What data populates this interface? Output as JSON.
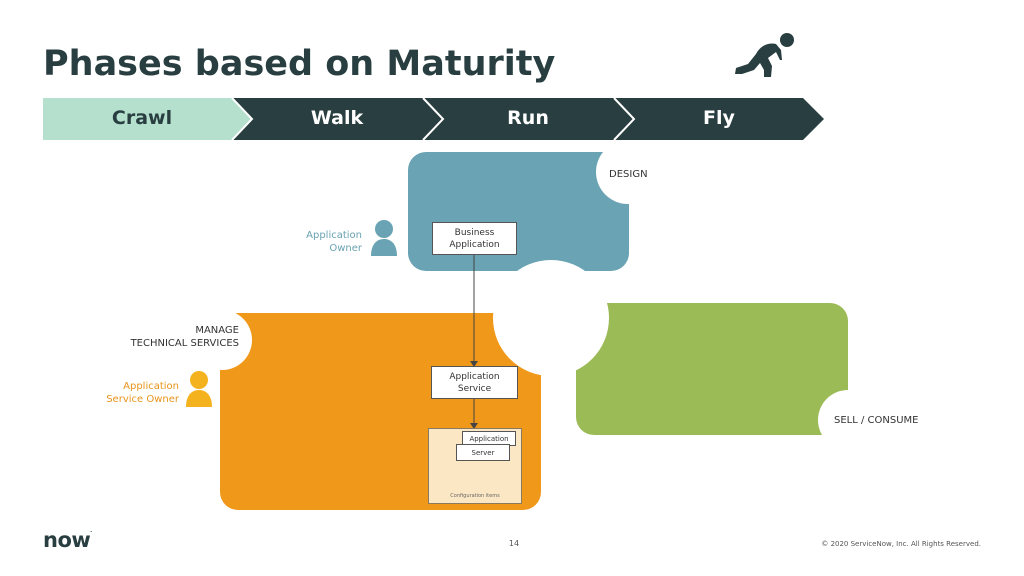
{
  "title": "Phases based on Maturity",
  "phases": [
    {
      "label": "Crawl",
      "active": true
    },
    {
      "label": "Walk",
      "active": false
    },
    {
      "label": "Run",
      "active": false
    },
    {
      "label": "Fly",
      "active": false
    }
  ],
  "colors": {
    "title": "#293e40",
    "active_phase_fill": "#b4e0cd",
    "inactive_phase_fill": "#293e40",
    "design_region": "#69a3b4",
    "manage_region": "#f0981a",
    "sell_region": "#9bbb56",
    "ci_box_fill": "#fbe7c3"
  },
  "icons": {
    "runner": "runner-crouching-icon",
    "owner": "person-icon"
  },
  "diagram": {
    "design_label": "DESIGN",
    "manage_label_line1": "MANAGE",
    "manage_label_line2": "TECHNICAL SERVICES",
    "sell_label": "SELL / CONSUME",
    "app_owner_line1": "Application",
    "app_owner_line2": "Owner",
    "app_service_owner_line1": "Application",
    "app_service_owner_line2": "Service Owner",
    "business_app_line1": "Business",
    "business_app_line2": "Application",
    "app_service_line1": "Application",
    "app_service_line2": "Service",
    "application_box": "Application",
    "server_box": "Server",
    "config_items": "Configuration items"
  },
  "footer": {
    "logo": "now",
    "page_number": "14",
    "copyright": "© 2020 ServiceNow, Inc. All Rights Reserved."
  }
}
